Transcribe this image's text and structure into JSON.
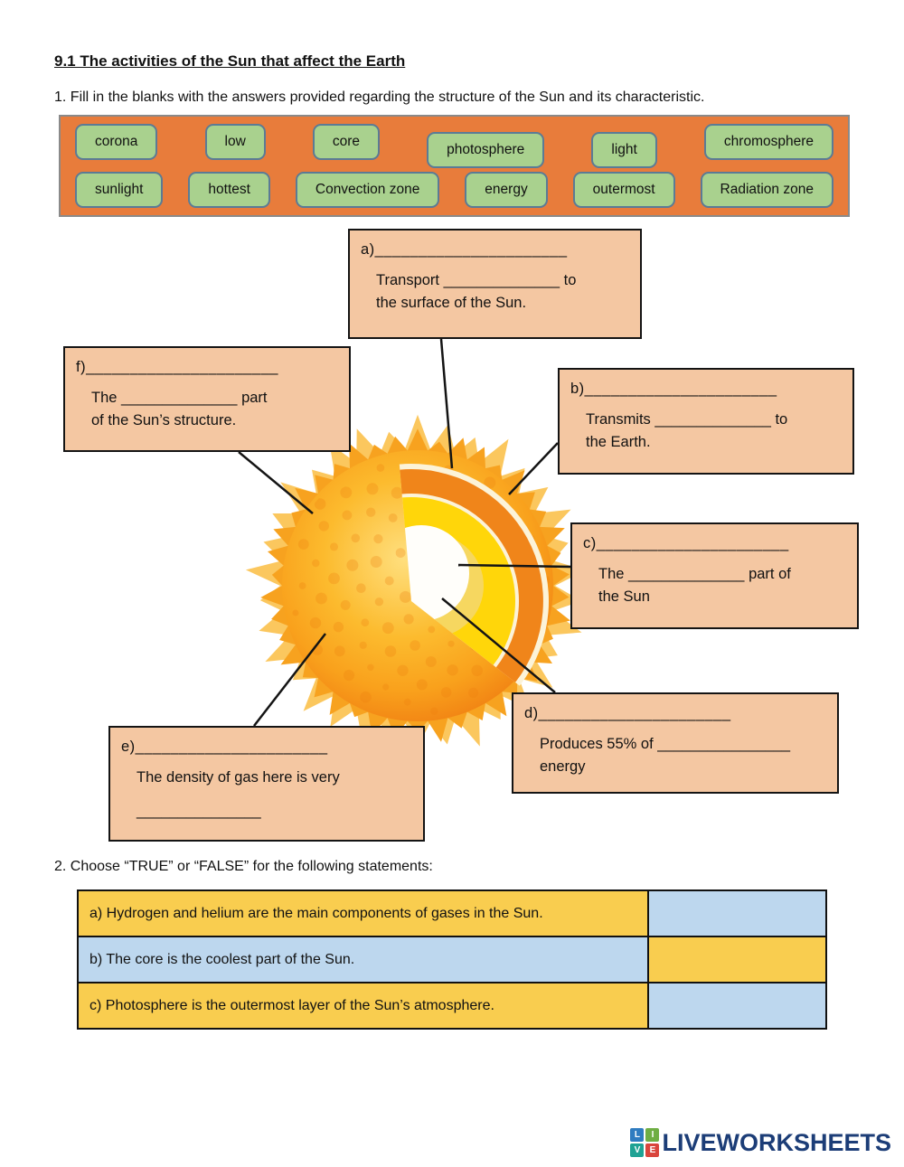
{
  "page": {
    "title": "9.1 The activities of the Sun that affect the Earth",
    "q1": "1. Fill in the blanks with the answers provided regarding the structure of the Sun and its characteristic.",
    "q2": "2. Choose “TRUE” or “FALSE” for the following statements:"
  },
  "word_bank": {
    "row1": [
      "corona",
      "low",
      "core",
      "photosphere",
      "light",
      "chromosphere"
    ],
    "row2": [
      "sunlight",
      "hottest",
      "Convection zone",
      "energy",
      "outermost",
      "Radiation zone"
    ]
  },
  "callouts": {
    "a": {
      "label": "a)______________________",
      "line1": "Transport ______________ to",
      "line2": "the surface of the Sun."
    },
    "b": {
      "label": "b)______________________",
      "line1": "Transmits ______________ to",
      "line2": "the Earth."
    },
    "c": {
      "label": "c)______________________",
      "line1": "The ______________ part of",
      "line2": "the Sun"
    },
    "d": {
      "label": "d)______________________",
      "line1": "Produces 55% of ________________",
      "line2": "energy"
    },
    "e": {
      "label": "e)______________________",
      "line1": "The density of gas here is very",
      "line2": "_______________"
    },
    "f": {
      "label": "f)______________________",
      "line1": "The ______________ part",
      "line2": "of the Sun’s structure."
    }
  },
  "true_false": {
    "rows": [
      {
        "statement": "a) Hydrogen and helium are the main components of gases in the Sun.",
        "answer": ""
      },
      {
        "statement": "b) The core is the coolest part of the Sun.",
        "answer": ""
      },
      {
        "statement": "c) Photosphere is the outermost layer of the Sun’s atmosphere.",
        "answer": ""
      }
    ]
  },
  "logo": {
    "tiles": [
      "L",
      "I",
      "V",
      "E"
    ],
    "wordmark": "LIVEWORKSHEETS"
  },
  "colors": {
    "word_bank_bg": "#E87C3B",
    "chip_bg": "#A9D18E",
    "chip_border": "#5B7B95",
    "callout_bg": "#F4C7A2",
    "row_yellow": "#F9CD4F",
    "row_blue": "#BDD7EE",
    "sun_outer": "#F9A11C",
    "sun_flame": "#FBBF3F",
    "cut_orange": "#F0851A",
    "cut_yellow": "#FFD60A",
    "core_white": "#FFFEFA",
    "logo_navy": "#1C3D77"
  }
}
